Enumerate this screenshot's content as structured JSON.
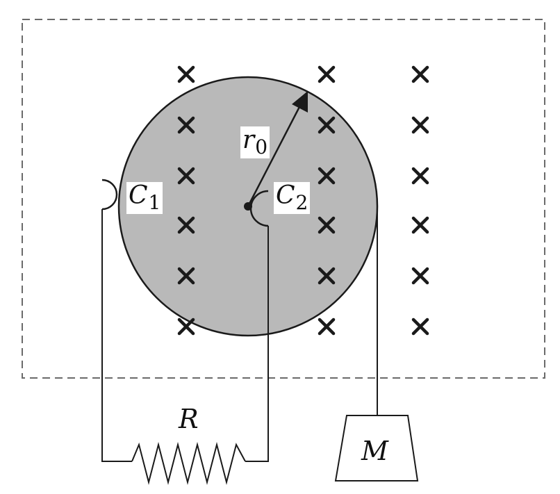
{
  "labels": {
    "r0": {
      "main": "r",
      "sub": "0"
    },
    "c1": {
      "main": "C",
      "sub": "1"
    },
    "c2": {
      "main": "C",
      "sub": "2"
    },
    "resistor": "R",
    "mass": "M"
  },
  "field": {
    "symbol": "×",
    "direction": "into page"
  },
  "colors": {
    "disk_fill": "#b9b9b9",
    "line": "#1a1a1a",
    "dashed_border": "#6a6a6a"
  }
}
